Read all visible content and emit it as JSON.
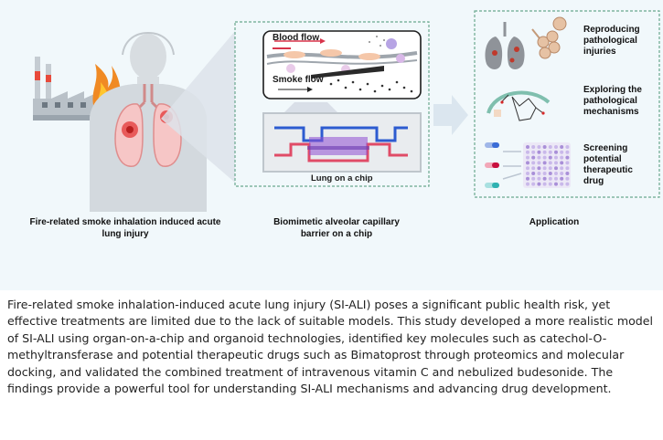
{
  "figure": {
    "panel1_caption": "Fire-related smoke inhalation induced acute lung injury",
    "panel2_caption": "Biomimetic alveolar capillary barrier on a chip",
    "panel3_caption": "Application",
    "blood_flow_label": "Blood flow",
    "smoke_flow_label": "Smoke flow",
    "chip_label": "Lung on a chip",
    "applications": [
      {
        "label": "Reproducing pathological injuries"
      },
      {
        "label": "Exploring the pathological mechanisms"
      },
      {
        "label": "Screening potential therapeutic drug"
      }
    ],
    "colors": {
      "background": "#f1f8fb",
      "blood": "#e0453f",
      "chip_channel": "#2d5bd0",
      "dashed_border": "#6aa88e",
      "arrow": "#dbe6ef"
    }
  },
  "abstract": "Fire-related smoke inhalation-induced acute lung injury (SI-ALI) poses a significant public health risk, yet effective treatments are limited due to the lack of suitable models. This study developed a more realistic model of SI-ALI using organ-on-a-chip and organoid technologies, identified key molecules such as catechol-O-methyltransferase and potential therapeutic drugs such as Bimatoprost through proteomics and molecular docking, and validated the combined treatment of intravenous vitamin C and nebulized budesonide. The findings provide a powerful tool for understanding SI-ALI mechanisms and advancing drug development."
}
